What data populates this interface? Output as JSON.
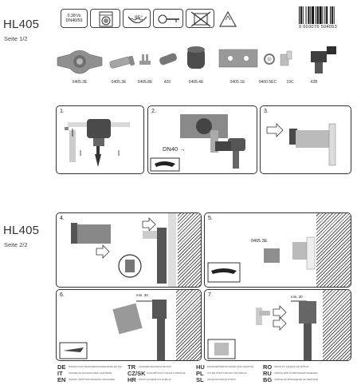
{
  "page1": {
    "model": "HL405",
    "seite": "Seite 1/2",
    "spec_flow": "0,38 l/s",
    "spec_dn": "DN40/50",
    "temp_label": "95°",
    "barcode_number": "9 003076 504053"
  },
  "parts": [
    "0405.2E",
    "0405.3E",
    "0405.8E",
    "420",
    "0405.4E",
    "0405.1E",
    "0400.5EC",
    "19C",
    "42B"
  ],
  "steps_top": [
    {
      "num": "1."
    },
    {
      "num": "2.",
      "note": "DN40 →"
    },
    {
      "num": "3."
    }
  ],
  "page2": {
    "model": "HL405",
    "seite": "Seite 2/2"
  },
  "steps_bottom": [
    {
      "num": "4."
    },
    {
      "num": "5.",
      "note": "0405.3E"
    },
    {
      "num": "6.",
      "dim": "min. 30"
    },
    {
      "num": "7.",
      "dim": "min. 30"
    }
  ],
  "languages": [
    {
      "code": "DE",
      "text": "SIPHON FÜR WASCHMASCHINENANSCHLUSS"
    },
    {
      "code": "IT",
      "text": "SIFONE DA INCASSO PER LAVATRICE"
    },
    {
      "code": "EN",
      "text": "SIPHON TRAPTOR WASHING MACHINES"
    },
    {
      "code": "TR",
      "text": "ÇAMAŞIR MAKİNASI SİFONU"
    },
    {
      "code": "CZ/SK",
      "text": "PODOMÍTKOVÝ SIFON K PRAČCE"
    },
    {
      "code": "HR",
      "text": "SIFON ZA PERILICU RUBLJA"
    },
    {
      "code": "HU",
      "text": "MOSOGÉPSZIFON FALBA SÜLLYESZTVE"
    },
    {
      "code": "PL",
      "text": "SYFON PODTYNKOWY DO PRALKI"
    },
    {
      "code": "SL",
      "text": "SIFON ZA PRALNI STROJ"
    },
    {
      "code": "RO",
      "text": "SIFON PT. MAŞINĂ DE SPĂLAT"
    },
    {
      "code": "RU",
      "text": "СИФОН ДЛЯ СТИРАЛЬНОЙ МАШИНЫ"
    },
    {
      "code": "BG",
      "text": "СИФОН ЗА ВГРАЖДАНЕ ЗА ПЕРАЛНЯ"
    }
  ]
}
